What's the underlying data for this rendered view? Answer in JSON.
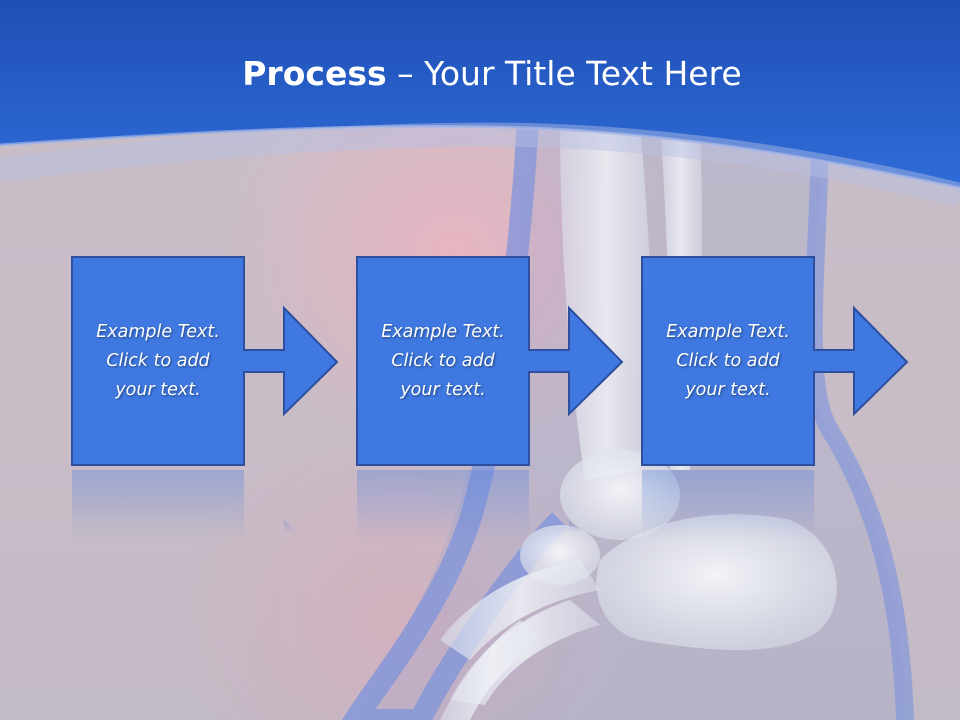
{
  "slide": {
    "title_bold": "Process",
    "title_rest": " – Your Title Text Here",
    "steps": [
      {
        "line1": "Example Text.",
        "line2": "Click  to add",
        "line3": "your text."
      },
      {
        "line1": "Example Text.",
        "line2": "Click  to add",
        "line3": "your text."
      },
      {
        "line1": "Example Text.",
        "line2": "Click  to add",
        "line3": "your text."
      }
    ]
  },
  "colors": {
    "header_blue": "#2e68d4",
    "box_fill": "#3e78e0",
    "box_border": "#2d4f9e",
    "text": "#ffffff"
  },
  "icons": {
    "background": "ankle-xray-illustration",
    "connector": "right-arrow-shape"
  }
}
